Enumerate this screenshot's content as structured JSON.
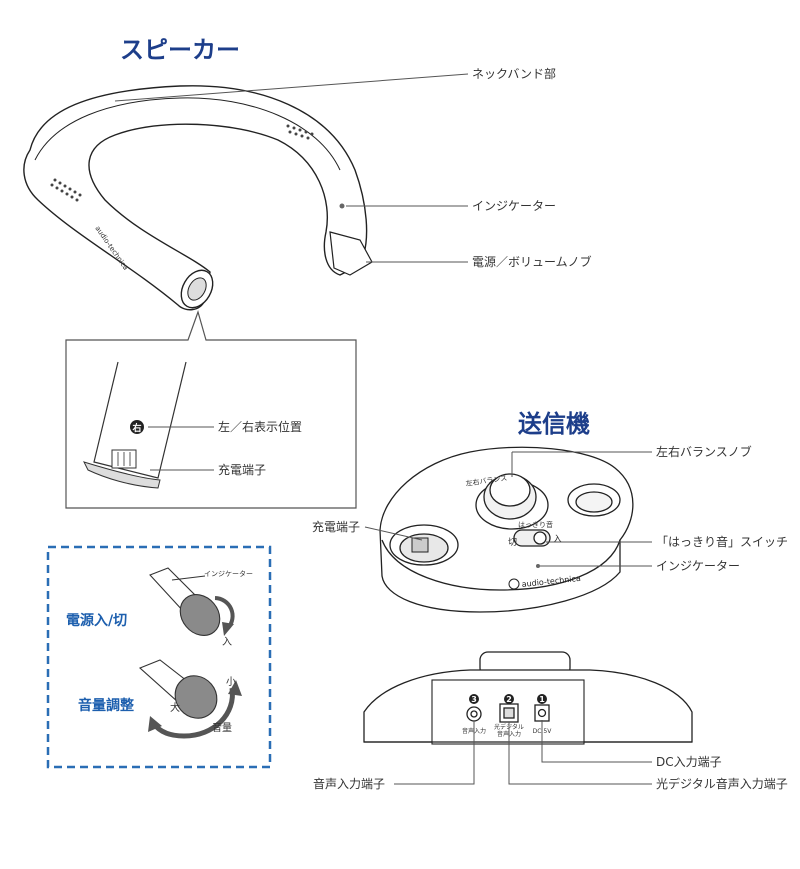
{
  "titles": {
    "speaker": "スピーカー",
    "transmitter": "送信機"
  },
  "speaker_labels": {
    "neckband": "ネックバンド部",
    "indicator": "インジケーター",
    "power_volume_knob": "電源／ボリュームノブ",
    "lr_marker": "左／右表示位置",
    "charge_terminal": "充電端子",
    "right_mark": "右",
    "brand": "audio-technica"
  },
  "operation_box": {
    "power_label": "電源入/切",
    "volume_label": "音量調整",
    "indicator_small": "インジケーター",
    "on_mark": "入",
    "small_mark": "小",
    "large_mark": "大",
    "volume_mark": "音量"
  },
  "transmitter_labels": {
    "balance_knob": "左右バランスノブ",
    "charge_terminal": "充電端子",
    "clear_sound_switch": "「はっきり音」スイッチ",
    "indicator": "インジケーター",
    "knob_print": "左右バランス",
    "switch_print": "はっきり音",
    "switch_off": "切",
    "switch_on": "入",
    "brand": "audio-technica"
  },
  "rear_panel": {
    "num_3": "3",
    "num_2": "2",
    "num_1": "1",
    "audio_input_print": "音声入力",
    "optical_print_1": "光デジタル",
    "optical_print_2": "音声入力",
    "dc_print": "DC 5V",
    "dc_input": "DC入力端子",
    "optical_input": "光デジタル音声入力端子",
    "audio_input": "音声入力端子"
  },
  "colors": {
    "title_blue": "#1d3e8a",
    "label_blue": "#1d5fae",
    "dashed_border": "#2a6eb5",
    "arrow_gray": "#5a5a5a"
  }
}
